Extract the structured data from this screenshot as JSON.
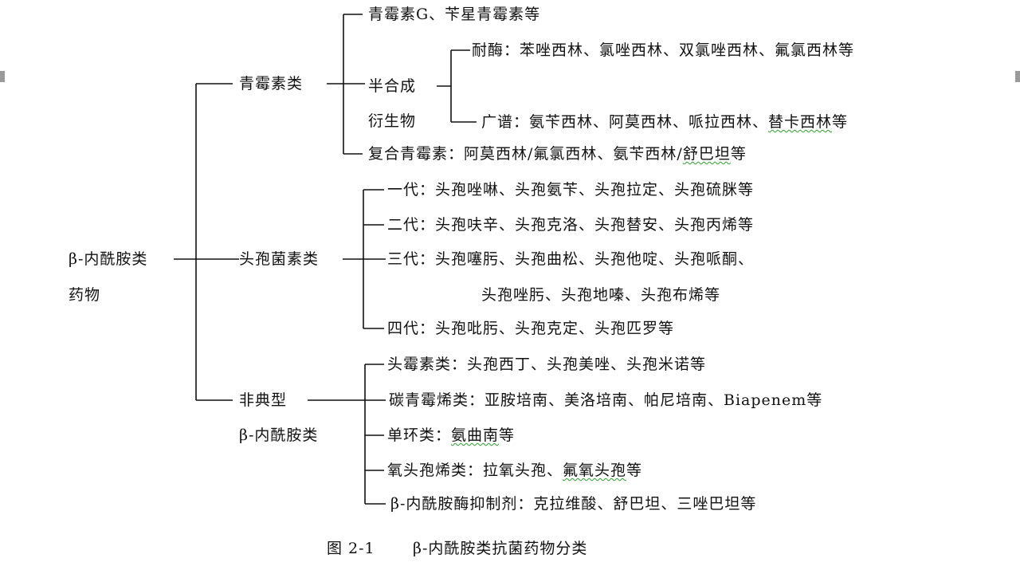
{
  "root": {
    "line1": "β-内酰胺类",
    "line2": "药物"
  },
  "groups": {
    "penicillins": {
      "label": "青霉素类",
      "item_g": "青霉素G、苄星青霉素等",
      "semi": {
        "line1": "半合成",
        "line2": "衍生物"
      },
      "nai_mei": "耐酶：苯唑西林、氯唑西林、双氯唑西林、氟氯西林等",
      "guang_pu_prefix": "广谱：氨苄西林、阿莫西林、哌拉西林、",
      "guang_pu_suffix": "替卡西林",
      "guang_pu_end": "等",
      "compound_prefix": "复合青霉素：阿莫西林/氟氯西林、氨苄西林/",
      "compound_suffix": "舒巴坦",
      "compound_end": "等"
    },
    "cephalosporins": {
      "label": "头孢菌素类",
      "gen1": "一代：头孢唑啉、头孢氨苄、头孢拉定、头孢硫脒等",
      "gen2": "二代：头孢呋辛、头孢克洛、头孢替安、头孢丙烯等",
      "gen3_a": "三代：头孢噻肟、头孢曲松、头孢他啶、头孢哌酮、",
      "gen3_b": "头孢唑肟、头孢地嗪、头孢布烯等",
      "gen4": "四代：头孢吡肟、头孢克定、头孢匹罗等"
    },
    "atypical": {
      "label_line1": "非典型",
      "label_line2": "β-内酰胺类",
      "cephamycins": "头霉素类：头孢西丁、头孢美唑、头孢米诺等",
      "carbapenems": "碳青霉烯类：亚胺培南、美洛培南、帕尼培南、Biapenem等",
      "monobactam_prefix": "单环类：",
      "monobactam_name": "氨曲南",
      "monobactam_end": "等",
      "oxacephem_prefix": "氧头孢烯类：拉氧头孢、",
      "oxacephem_name": "氟氧头孢",
      "oxacephem_end": "等",
      "inhibitors": "β-内酰胺酶抑制剂：克拉维酸、舒巴坦、三唑巴坦等"
    }
  },
  "caption": {
    "number": "图 2-1",
    "title": "β-内酰胺类抗菌药物分类"
  }
}
